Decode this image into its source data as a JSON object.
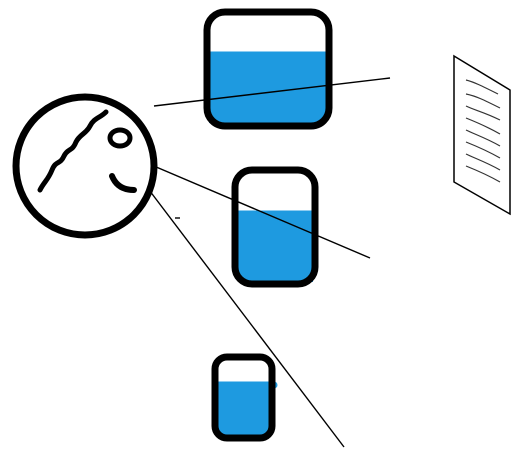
{
  "colors": {
    "water": "#1e9ae0",
    "outline": "#000000",
    "background": "#ffffff",
    "paper_line": "#333333"
  },
  "elements": {
    "circle_description": "",
    "icons": [
      "magnifier-circle-icon",
      "beaker-icon",
      "paper-sheet-icon"
    ]
  },
  "beakers": [
    {
      "name": "large",
      "fill_fraction": 0.75
    },
    {
      "name": "medium",
      "fill_fraction": 0.72
    },
    {
      "name": "small",
      "fill_fraction": 0.62
    }
  ]
}
